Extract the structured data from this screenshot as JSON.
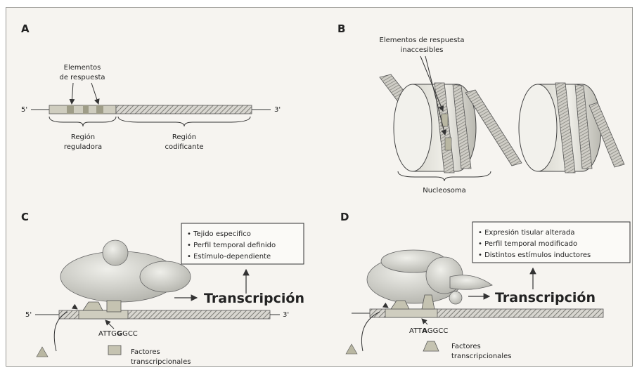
{
  "panels": {
    "A": {
      "letter": "A",
      "label_elements_line1": "Elementos",
      "label_elements_line2": "de respuesta",
      "end5": "5'",
      "end3": "3'",
      "region1_line1": "Región",
      "region1_line2": "reguladora",
      "region2_line1": "Región",
      "region2_line2": "codificante"
    },
    "B": {
      "letter": "B",
      "label_line1": "Elementos de respuesta",
      "label_line2": "inaccesibles",
      "nucleosome": "Nucleosoma"
    },
    "C": {
      "letter": "C",
      "box": [
        "• Tejido especifico",
        "• Perfil temporal definido",
        "• Estímulo-dependiente"
      ],
      "transcription": "Transcripción",
      "end5": "5'",
      "end3": "3'",
      "seq_pre": "ATTG",
      "seq_bold": "G",
      "seq_post": "GCC",
      "factors_line1": "Factores",
      "factors_line2": "transcripcionales"
    },
    "D": {
      "letter": "D",
      "box": [
        "• Expresión tisular alterada",
        "• Perfil temporal modificado",
        "• Distintos estímulos inductores"
      ],
      "transcription": "Transcripción",
      "seq_pre": "ATT",
      "seq_bold": "A",
      "seq_post": "GGCC",
      "factors_line1": "Factores",
      "factors_line2": "transcripcionales"
    }
  },
  "colors": {
    "protein": "#c9c9c3",
    "dna_stripe": "#8a8a84",
    "element": "#b9b7a2",
    "line": "#333333"
  }
}
